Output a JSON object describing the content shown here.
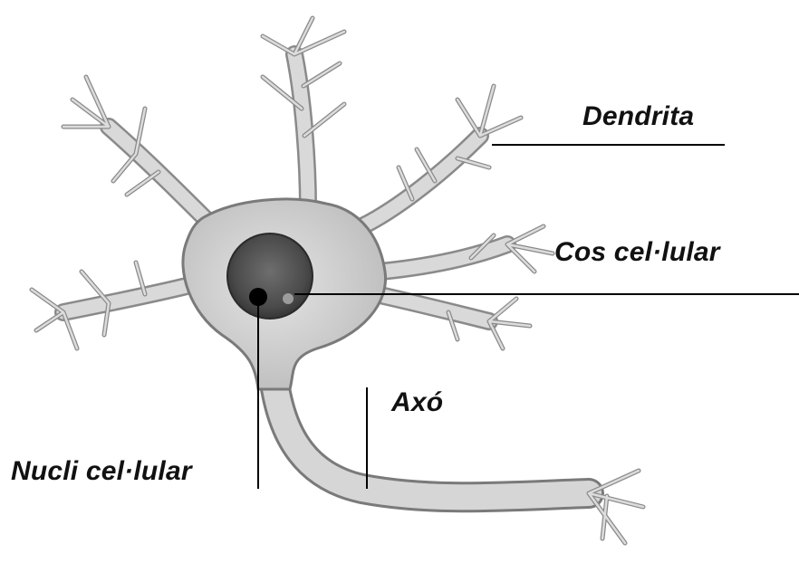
{
  "labels": {
    "dendrite": "Dendrita",
    "cell_body": "Cos cel·lular",
    "axon": "Axó",
    "nucleus": "Nucli cel·lular"
  },
  "colors": {
    "cell_fill": "#d9d9d9",
    "cell_stroke": "#7a7a7a",
    "nucleus_ring": "#555555",
    "nucleolus": "#000000",
    "leader_line": "#000000",
    "background": "#ffffff"
  }
}
